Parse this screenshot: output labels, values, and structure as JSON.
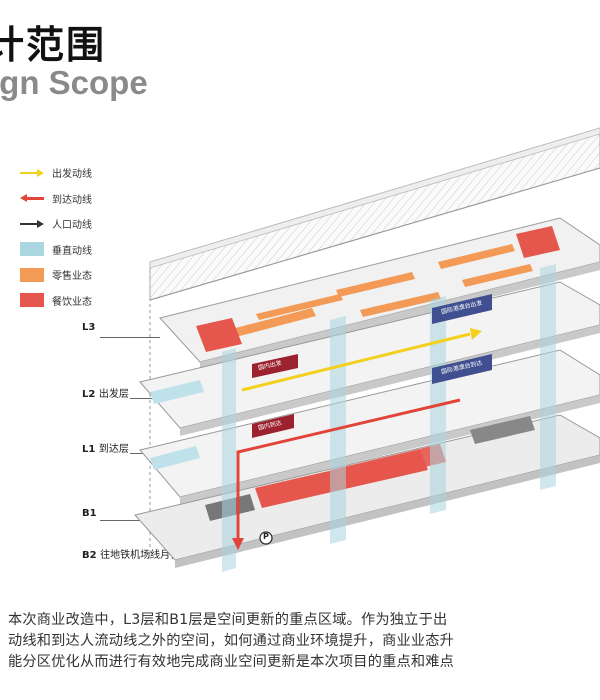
{
  "title": {
    "cn": "计范围",
    "en": "ign Scope"
  },
  "legend": [
    {
      "label": "出发动线",
      "symbol": "arrow-right",
      "color": "#f2d01c"
    },
    {
      "label": "到达动线",
      "symbol": "arrow-left",
      "color": "#e2443a"
    },
    {
      "label": "人口动线",
      "symbol": "arrow-right",
      "color": "#333333"
    },
    {
      "label": "垂直动线",
      "symbol": "swatch",
      "color": "#a9d6df"
    },
    {
      "label": "零售业态",
      "symbol": "swatch",
      "color": "#f29a56"
    },
    {
      "label": "餐饮业态",
      "symbol": "swatch",
      "color": "#e5564d"
    }
  ],
  "floors": [
    {
      "code": "L3",
      "name": ""
    },
    {
      "code": "L2",
      "name": "出发层"
    },
    {
      "code": "L1",
      "name": "到达层"
    },
    {
      "code": "B1",
      "name": ""
    },
    {
      "code": "B2",
      "name": "往地铁机场线月台"
    }
  ],
  "tags": {
    "l3_intl_departure": "国际港澳台出发",
    "l2_domestic_departure": "国内出发",
    "l2_intl_arrival": "国际港澳台到达",
    "l1_domestic_arrival": "国内到达",
    "parking": "P"
  },
  "paragraph": [
    "本次商业改造中，L3层和B1层是空间更新的重点区域。作为独立于出",
    "动线和到达人流动线之外的空间，如何通过商业环境提升，商业业态升",
    "能分区优化从而进行有效地完成商业空间更新是本次项目的重点和难点"
  ]
}
